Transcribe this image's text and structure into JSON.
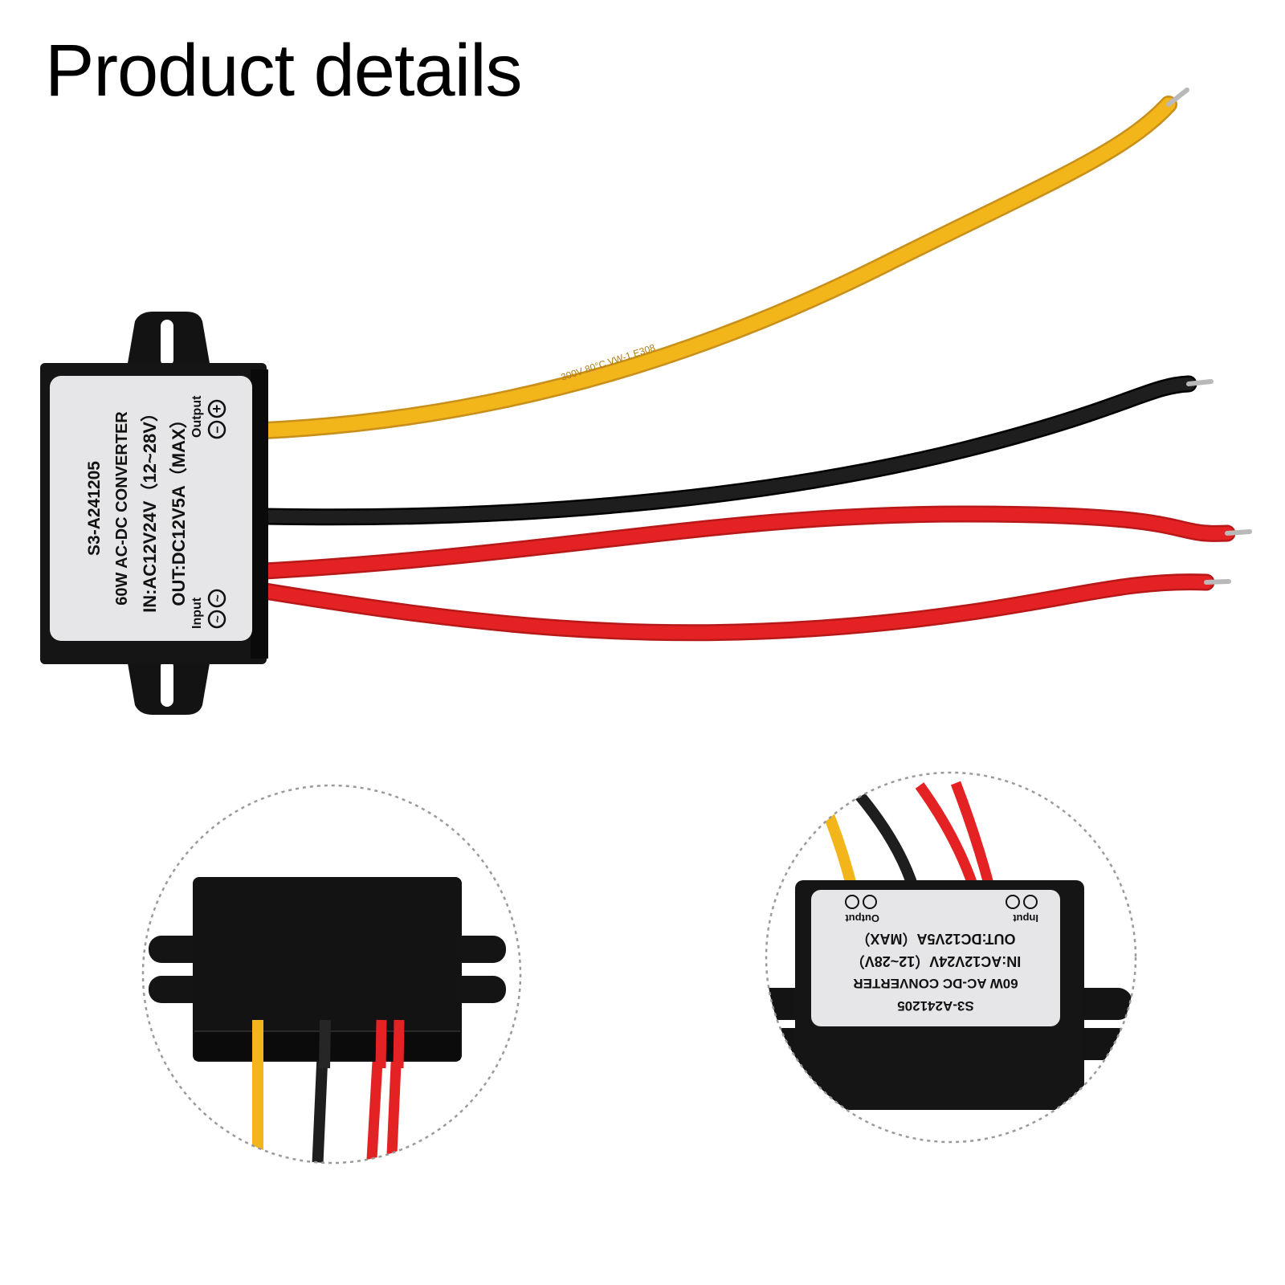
{
  "header": {
    "title": "Product details"
  },
  "label": {
    "model": "S3-A241205",
    "line1": "60W  AC-DC  CONVERTER",
    "line2": "IN:AC12V24V（12~28V）",
    "line3": "OUT:DC12V5A（MAX）",
    "input": "Input",
    "output": "Output",
    "minus_symbol": "−",
    "plus_symbol": "+",
    "ac_symbol": "~"
  },
  "wire_print": "300V  80°C  VW-1  E308",
  "colors": {
    "case": "#111111",
    "label_bg": "#e6e6e8",
    "wire_yellow": "#f2b51a",
    "wire_black": "#161616",
    "wire_red": "#e42224",
    "circle_border": "#9a9a9a"
  }
}
